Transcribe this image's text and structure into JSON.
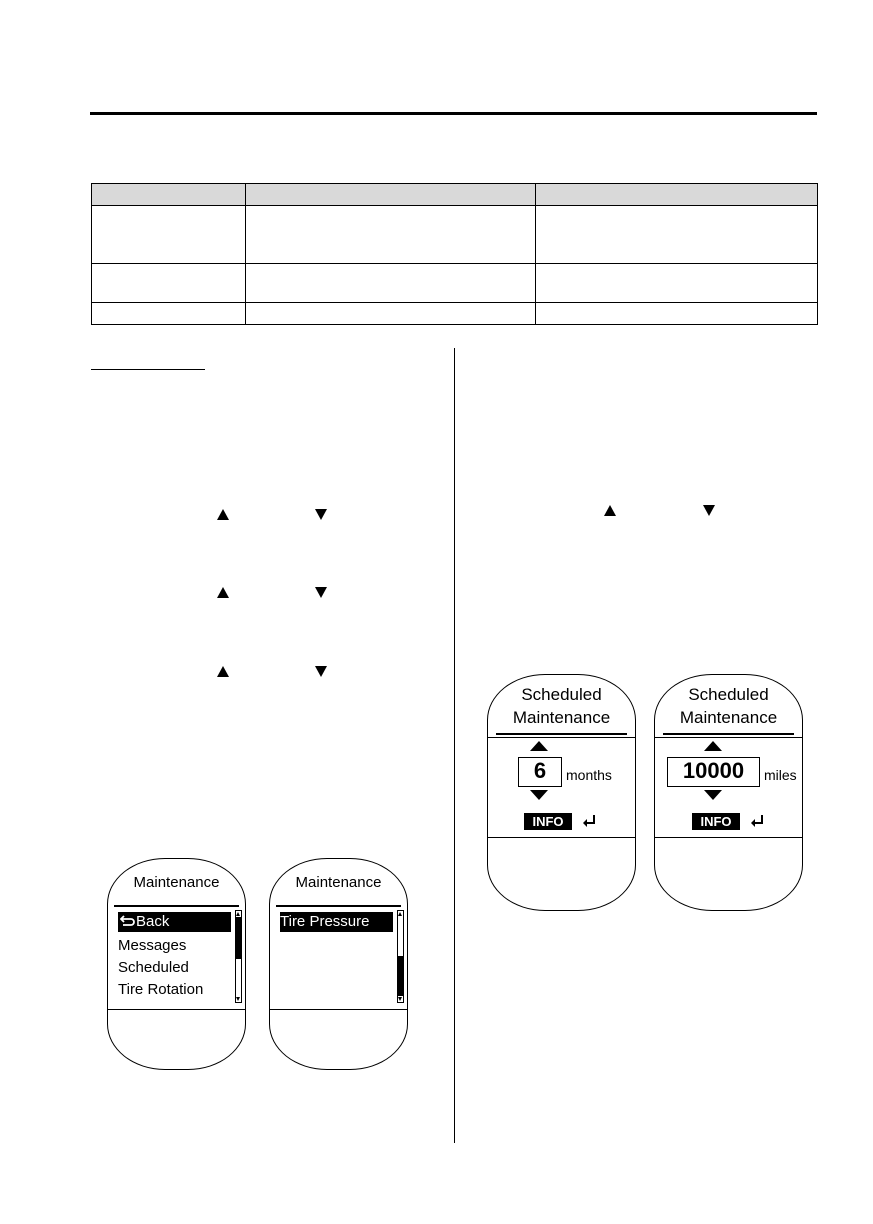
{
  "left_display_1": {
    "title": "Maintenance",
    "items": [
      "Back",
      "Messages",
      "Scheduled",
      "Tire Rotation"
    ],
    "back_icon": "return-arrow-icon"
  },
  "left_display_2": {
    "title": "Maintenance",
    "items": [
      "Tire Pressure"
    ]
  },
  "right_display_1": {
    "title_line1": "Scheduled",
    "title_line2": "Maintenance",
    "value": "6",
    "unit": "months",
    "info_label": "INFO",
    "enter_icon": "enter-arrow-icon"
  },
  "right_display_2": {
    "title_line1": "Scheduled",
    "title_line2": "Maintenance",
    "value": "10000",
    "unit": "miles",
    "info_label": "INFO",
    "enter_icon": "enter-arrow-icon"
  },
  "icons": {
    "up": "up-triangle-icon",
    "down": "down-triangle-icon"
  }
}
